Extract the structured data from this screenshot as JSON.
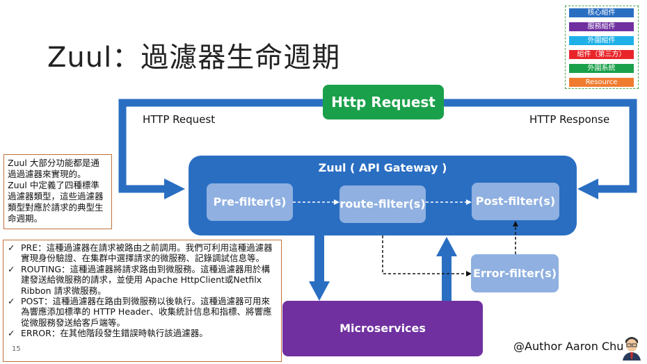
{
  "title": "Zuul：過濾器生命週期",
  "legend": [
    {
      "label": "核心組件",
      "color": "#2a6ec2"
    },
    {
      "label": "服務組件",
      "color": "#7030a0"
    },
    {
      "label": "外圍組件",
      "color": "#1fb0e8"
    },
    {
      "label": "組件（第三方）",
      "color": "#e8262a"
    },
    {
      "label": "外圍系統",
      "color": "#1aa04a"
    },
    {
      "label": "Resource",
      "color": "#f07c30"
    }
  ],
  "diagram": {
    "http_request_box": "Http Request",
    "http_request_label": "HTTP Request",
    "http_response_label": "HTTP Response",
    "gateway_title": "Zuul ( API Gateway )",
    "pre_filter": "Pre-filter(s)",
    "route_filter": "route-filter(s)",
    "post_filter": "Post-filter(s)",
    "error_filter": "Error-filter(s)",
    "microservices": "Microservices"
  },
  "note_intro": [
    "Zuul 大部分功能都是通過過濾器來實現的。",
    "Zuul 中定義了四種標準過濾器類型，這些過濾器類型對應於請求的典型生命週期。"
  ],
  "note_types": [
    "PRE：這種過濾器在請求被路由之前調用。我們可利用這種過濾器實現身份驗證、在集群中選擇請求的微服務、記錄調試信息等。",
    "ROUTING：這種過濾器將請求路由到微服務。這種過濾器用於構建發送給微服務的請求，並使用 Apache HttpClient或Netfilx Ribbon 請求微服務。",
    "POST：這種過濾器在路由到微服務以後執行。這種過濾器可用來為響應添加標準的 HTTP Header、收集統計信息和指標、將響應從微服務發送給客戶端等。",
    "ERROR：在其他階段發生錯誤時執行該過濾器。"
  ],
  "author": "@Author Aaron Chu",
  "page_number": "15",
  "colors": {
    "gateway": "#2a6ec2",
    "filter": "#8fb0e0",
    "microservices": "#7030a0",
    "http_request": "#1aa04a",
    "arrow": "#2a6ec2"
  }
}
